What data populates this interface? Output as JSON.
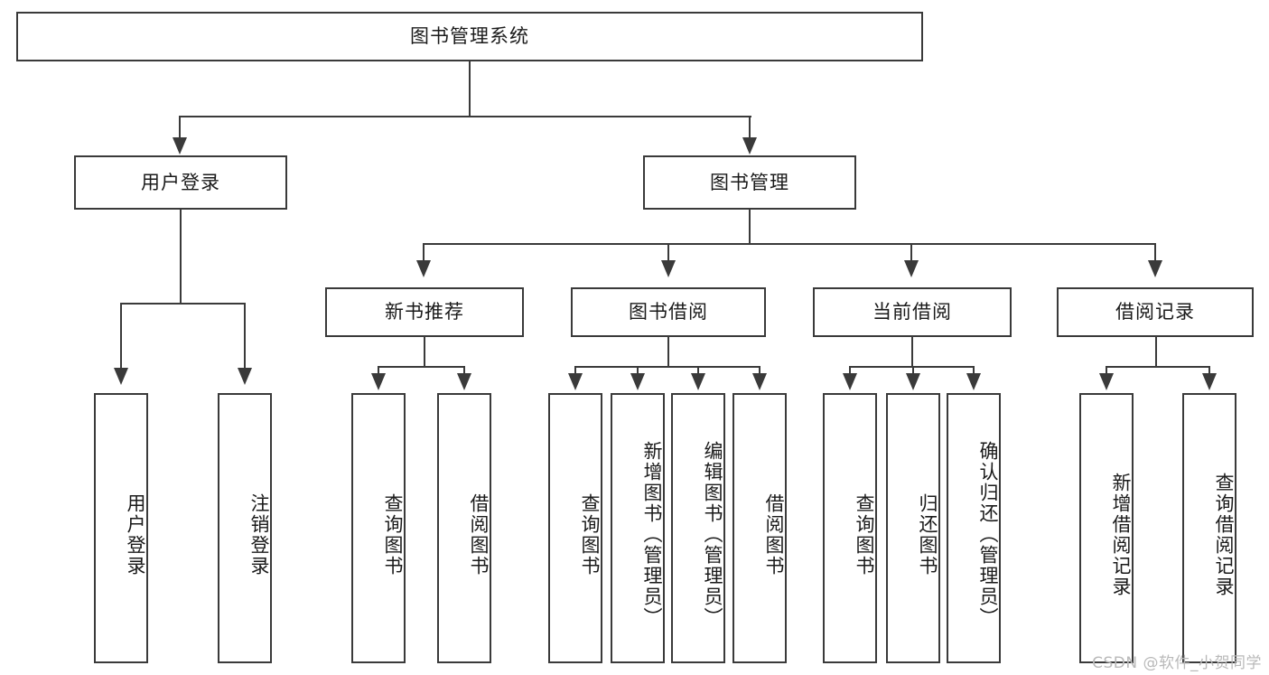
{
  "diagram": {
    "title": "图书管理系统",
    "type": "tree-structure-chart",
    "root": {
      "label": "图书管理系统"
    },
    "level2": [
      {
        "label": "用户登录"
      },
      {
        "label": "图书管理"
      }
    ],
    "level3": [
      {
        "label": "新书推荐"
      },
      {
        "label": "图书借阅"
      },
      {
        "label": "当前借阅"
      },
      {
        "label": "借阅记录"
      }
    ],
    "leaves": {
      "user_login": [
        {
          "label": "用户登录"
        },
        {
          "label": "注销登录"
        }
      ],
      "new_book_recommend": [
        {
          "label": "查询图书"
        },
        {
          "label": "借阅图书"
        }
      ],
      "book_borrow": [
        {
          "label": "查询图书"
        },
        {
          "label": "新增图书（管理员）"
        },
        {
          "label": "编辑图书（管理员）"
        },
        {
          "label": "借阅图书"
        }
      ],
      "current_borrow": [
        {
          "label": "查询图书"
        },
        {
          "label": "归还图书"
        },
        {
          "label": "确认归还（管理员）"
        }
      ],
      "borrow_record": [
        {
          "label": "新增借阅记录"
        },
        {
          "label": "查询借阅记录"
        }
      ]
    }
  },
  "watermark": {
    "text": "CSDN @软件_小贺同学"
  },
  "colors": {
    "stroke": "#3a3a3a",
    "fill": "#ffffff",
    "text": "#1a1a1a",
    "watermark": "#b9b9b9"
  }
}
